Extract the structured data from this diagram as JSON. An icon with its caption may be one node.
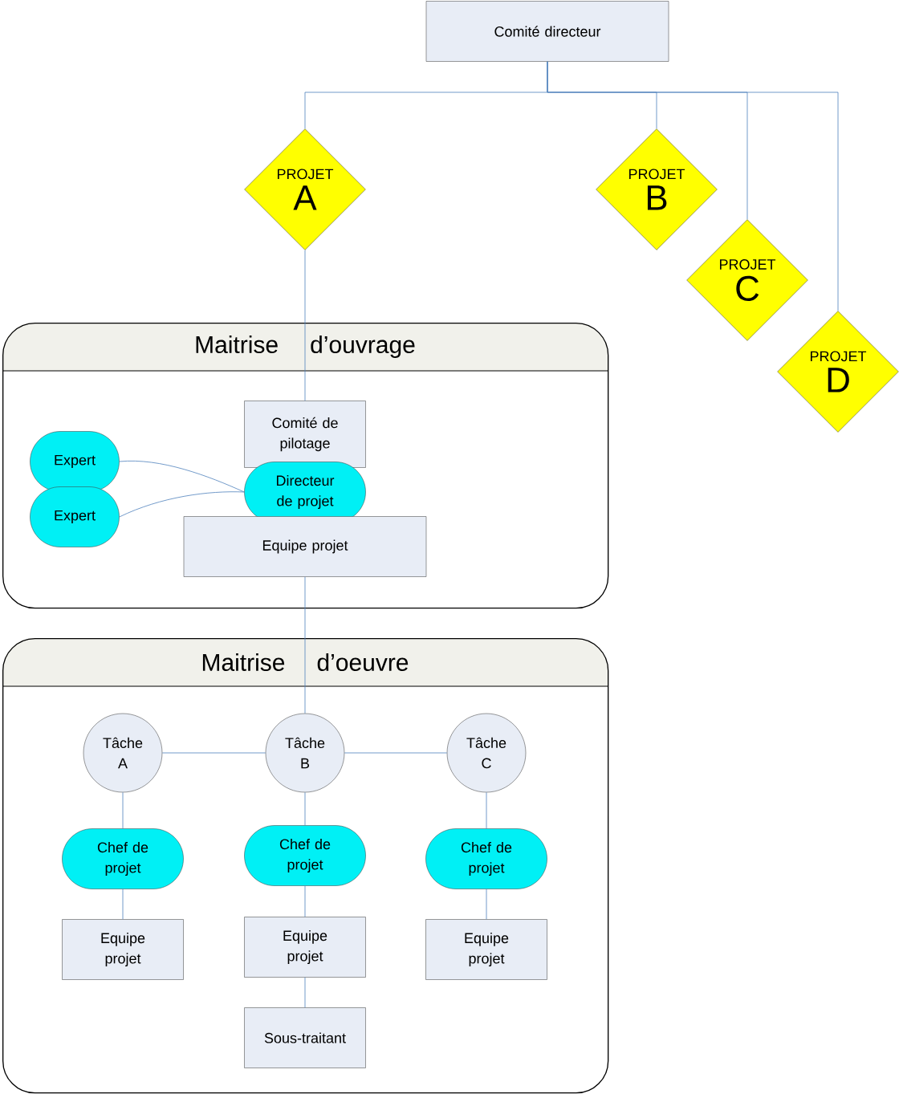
{
  "diagram": {
    "nodes": [
      {
        "text": [
          "Comité directeur"
        ]
      },
      {
        "text": [
          "PROJET",
          "A"
        ]
      },
      {
        "text": [
          "PROJET",
          "B"
        ]
      },
      {
        "text": [
          "PROJET",
          "C"
        ]
      },
      {
        "text": [
          "PROJET",
          "D"
        ]
      },
      {
        "text": [
          "Maitrise d’ouvrage"
        ]
      },
      {
        "text": [
          "Comité de pilotage"
        ],
        "in": 5
      },
      {
        "text": [
          "Expert"
        ],
        "in": 5
      },
      {
        "text": [
          "Expert"
        ],
        "in": 5
      },
      {
        "text": [
          "Directeur de projet"
        ],
        "in": 5
      },
      {
        "text": [
          "Equipe projet"
        ],
        "in": 5
      },
      {
        "text": [
          "Maitrise d’oeuvre"
        ]
      },
      {
        "text": [
          "Tâche A"
        ],
        "in": 11
      },
      {
        "text": [
          "Tâche B"
        ],
        "in": 11
      },
      {
        "text": [
          "Tâche C"
        ],
        "in": 11
      },
      {
        "text": [
          "Chef de projet"
        ],
        "in": 11
      },
      {
        "text": [
          "Chef de projet"
        ],
        "in": 11
      },
      {
        "text": [
          "Chef de projet"
        ],
        "in": 11
      },
      {
        "text": [
          "Equipe projet"
        ],
        "in": 11
      },
      {
        "text": [
          "Equipe projet"
        ],
        "in": 11
      },
      {
        "text": [
          "Equipe projet"
        ],
        "in": 11
      },
      {
        "text": [
          "Sous-traitant"
        ],
        "in": 11
      }
    ],
    "edges": [
      {
        "from": 0,
        "to": 1,
        "arrow": "none"
      },
      {
        "from": 0,
        "to": 2,
        "arrow": "none"
      },
      {
        "from": 0,
        "to": 3,
        "arrow": "none"
      },
      {
        "from": 0,
        "to": 4,
        "arrow": "none"
      },
      {
        "from": 1,
        "to": 6,
        "arrow": "none"
      },
      {
        "from": 7,
        "to": 9,
        "arrow": "none"
      },
      {
        "from": 8,
        "to": 9,
        "arrow": "none"
      },
      {
        "from": 10,
        "to": 13,
        "arrow": "none"
      },
      {
        "from": 12,
        "to": 13,
        "arrow": "none"
      },
      {
        "from": 13,
        "to": 14,
        "arrow": "none"
      },
      {
        "from": 12,
        "to": 15,
        "arrow": "none"
      },
      {
        "from": 13,
        "to": 16,
        "arrow": "none"
      },
      {
        "from": 14,
        "to": 17,
        "arrow": "none"
      },
      {
        "from": 15,
        "to": 18,
        "arrow": "none"
      },
      {
        "from": 16,
        "to": 19,
        "arrow": "none"
      },
      {
        "from": 17,
        "to": 20,
        "arrow": "none"
      },
      {
        "from": 19,
        "to": 21,
        "arrow": "none"
      }
    ]
  }
}
